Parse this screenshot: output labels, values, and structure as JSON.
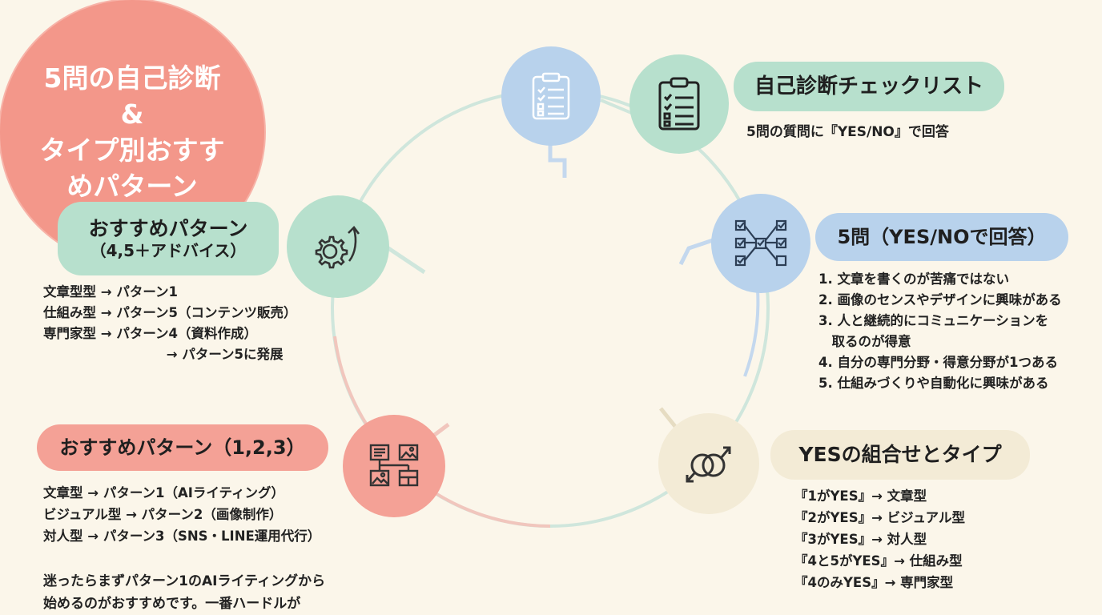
{
  "center": {
    "line1": "5問の自己診断",
    "line2": "&",
    "line3": "タイプ別おすす",
    "line4": "めパターン"
  },
  "checklist": {
    "title": "自己診断チェックリスト",
    "desc": "5問の質問に『YES/NO』で回答"
  },
  "questions": {
    "title": "5問（YES/NOで回答）",
    "items": [
      "1. 文章を書くのが苦痛ではない",
      "2. 画像のセンスやデザインに興味がある",
      "3. 人と継続的にコミュニケーションを",
      "　取るのが得意",
      "4. 自分の専門分野・得意分野が1つある",
      "5. 仕組みづくりや自動化に興味がある"
    ]
  },
  "combos": {
    "title": "YESの組合せとタイプ",
    "items": [
      "『1がYES』→ 文章型",
      "『2がYES』→ ビジュアル型",
      "『3がYES』→ 対人型",
      "『4と5がYES』→ 仕組み型",
      "『4のみYES』→ 専門家型"
    ]
  },
  "pattern45": {
    "title": "おすすめパターン",
    "subtitle": "（4,5＋アドバイス）",
    "items": [
      "文章型型 → パターン1",
      "仕組み型 → パターン5（コンテンツ販売）",
      "専門家型 → パターン4（資料作成）",
      "　　　　 → パターン5に発展"
    ]
  },
  "pattern123": {
    "title": "おすすめパターン（1,2,3）",
    "items": [
      "文章型 → パターン1（AIライティング）",
      "ビジュアル型 → パターン2（画像制作）",
      "対人型 → パターン3（SNS・LINE運用代行）"
    ],
    "note": [
      "迷ったらまずパターン1のAIライティングから",
      "始めるのがおすすめです。一番ハードルが"
    ]
  },
  "colors": {
    "background": "#fbf6ea",
    "center": "#f3978a",
    "blue": "#b8d2ec",
    "green": "#b7e0cd",
    "coral": "#f4a196",
    "beige": "#f3ebd6"
  },
  "icons": [
    "clipboard-icon",
    "checklist-icon",
    "network-checklist-icon",
    "rings-icon",
    "layout-images-icon",
    "gear-arrow-icon"
  ]
}
